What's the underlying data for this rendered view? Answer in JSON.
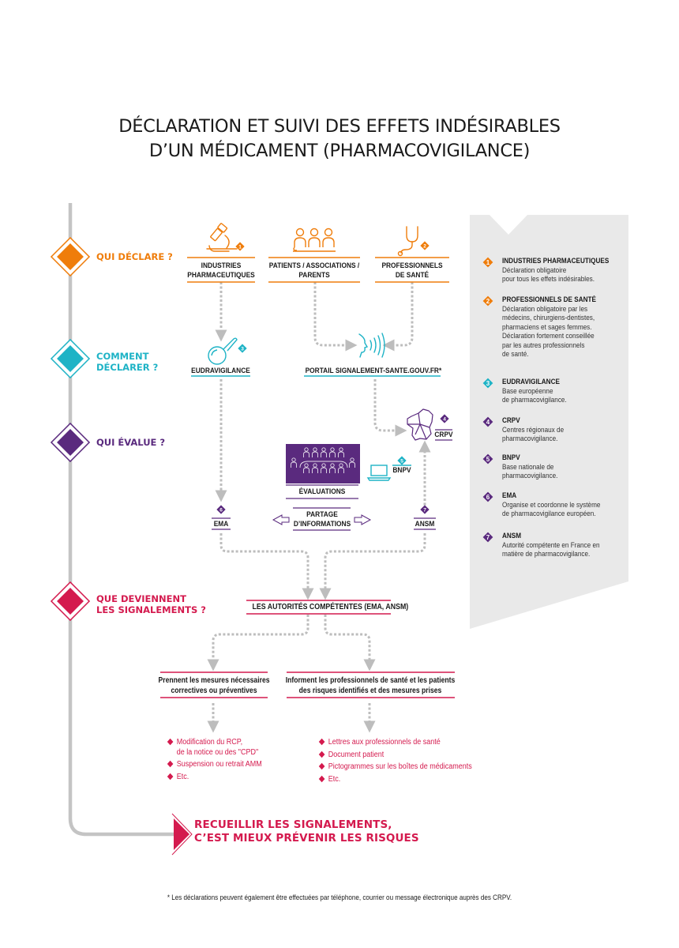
{
  "title": {
    "line1": "DÉCLARATION ET SUIVI DES EFFETS INDÉSIRABLES",
    "line2": "D’UN MÉDICAMENT (PHARMACOVIGILANCE)"
  },
  "colors": {
    "orange": "#ef7d0b",
    "teal": "#1eb3c6",
    "purple": "#5a2a7e",
    "red": "#d41a4e",
    "gray_line": "#bdbdbd",
    "panel": "#e9e9e9"
  },
  "steps": [
    {
      "id": "qui-declare",
      "label_lines": [
        "QUI DÉCLARE ?"
      ],
      "color": "#ef7d0b"
    },
    {
      "id": "comment-declarer",
      "label_lines": [
        "COMMENT",
        "DÉCLARER ?"
      ],
      "color": "#1eb3c6"
    },
    {
      "id": "qui-evalue",
      "label_lines": [
        "QUI ÉVALUE ?"
      ],
      "color": "#5a2a7e"
    },
    {
      "id": "que-deviennent",
      "label_lines": [
        "QUE DEVIENNENT",
        "LES SIGNALEMENTS ?"
      ],
      "color": "#d41a4e"
    }
  ],
  "declarants": [
    {
      "icon": "microscope-icon",
      "badge": "1",
      "lines": [
        "INDUSTRIES",
        "PHARMACEUTIQUES"
      ]
    },
    {
      "icon": "people-icon",
      "badge": "",
      "lines": [
        "PATIENTS / ASSOCIATIONS /",
        "PARENTS"
      ]
    },
    {
      "icon": "stethoscope-icon",
      "badge": "2",
      "lines": [
        "PROFESSIONNELS",
        "DE SANTÉ"
      ]
    }
  ],
  "channels": [
    {
      "icon": "magnifier-icon",
      "badge": "3",
      "label": "EUDRAVIGILANCE"
    },
    {
      "icon": "speaking-head-icon",
      "badge": "",
      "label": "PORTAIL SIGNALEMENT-SANTE.GOUV.FR*"
    }
  ],
  "evaluators": {
    "crpv": {
      "badge": "4",
      "label": "CRPV"
    },
    "bnpv": {
      "badge": "5",
      "label": "BNPV"
    },
    "evaluations": "ÉVALUATIONS",
    "ema": {
      "badge": "6",
      "label": "EMA"
    },
    "ansm": {
      "badge": "7",
      "label": "ANSM"
    },
    "sharing": [
      "PARTAGE",
      "D’INFORMATIONS"
    ]
  },
  "authorities": "LES AUTORITÉS COMPÉTENTES (EMA, ANSM)",
  "outcomes": [
    {
      "lines": [
        "Prennent les mesures nécessaires",
        "correctives ou préventives"
      ],
      "items": [
        [
          "Modification du RCP,",
          "de la notice ou des \"CPD\""
        ],
        [
          "Suspension ou retrait AMM"
        ],
        [
          "Etc."
        ]
      ]
    },
    {
      "lines": [
        "Informent les professionnels de santé et les patients",
        "des risques identifiés et des mesures prises"
      ],
      "items": [
        [
          "Lettres aux professionnels de santé"
        ],
        [
          "Document patient"
        ],
        [
          "Pictogrammes sur les boîtes de médicaments"
        ],
        [
          "Etc."
        ]
      ]
    }
  ],
  "legend": [
    {
      "badge": "1",
      "color": "#ef7d0b",
      "title": "INDUSTRIES PHARMACEUTIQUES",
      "body": [
        "Déclaration obligatoire",
        "pour tous les effets indésirables."
      ]
    },
    {
      "badge": "2",
      "color": "#ef7d0b",
      "title": "PROFESSIONNELS DE SANTÉ",
      "body": [
        "Déclaration obligatoire par les",
        "médecins, chirurgiens-dentistes,",
        "pharmaciens et sages femmes.",
        "Déclaration fortement conseillée",
        "par les autres professionnels",
        "de santé."
      ]
    },
    {
      "badge": "3",
      "color": "#1eb3c6",
      "title": "EUDRAVIGILANCE",
      "body": [
        "Base européenne",
        "de pharmacovigilance."
      ]
    },
    {
      "badge": "4",
      "color": "#5a2a7e",
      "title": "CRPV",
      "body": [
        "Centres régionaux de",
        "pharmacovigilance."
      ]
    },
    {
      "badge": "5",
      "color": "#5a2a7e",
      "title": "BNPV",
      "body": [
        "Base nationale de",
        "pharmacovigilance."
      ]
    },
    {
      "badge": "6",
      "color": "#5a2a7e",
      "title": "EMA",
      "body": [
        "Organise et coordonne le système",
        "de pharmacovigilance européen."
      ]
    },
    {
      "badge": "7",
      "color": "#5a2a7e",
      "title": "ANSM",
      "body": [
        "Autorité compétente en France en",
        "matière de pharmacovigilance."
      ]
    }
  ],
  "conclusion": [
    "RECUEILLIR LES SIGNALEMENTS,",
    "C’EST MIEUX PRÉVENIR LES RISQUES"
  ],
  "footnote": "* Les déclarations peuvent également être effectuées par téléphone, courrier ou message électronique auprès des CRPV."
}
